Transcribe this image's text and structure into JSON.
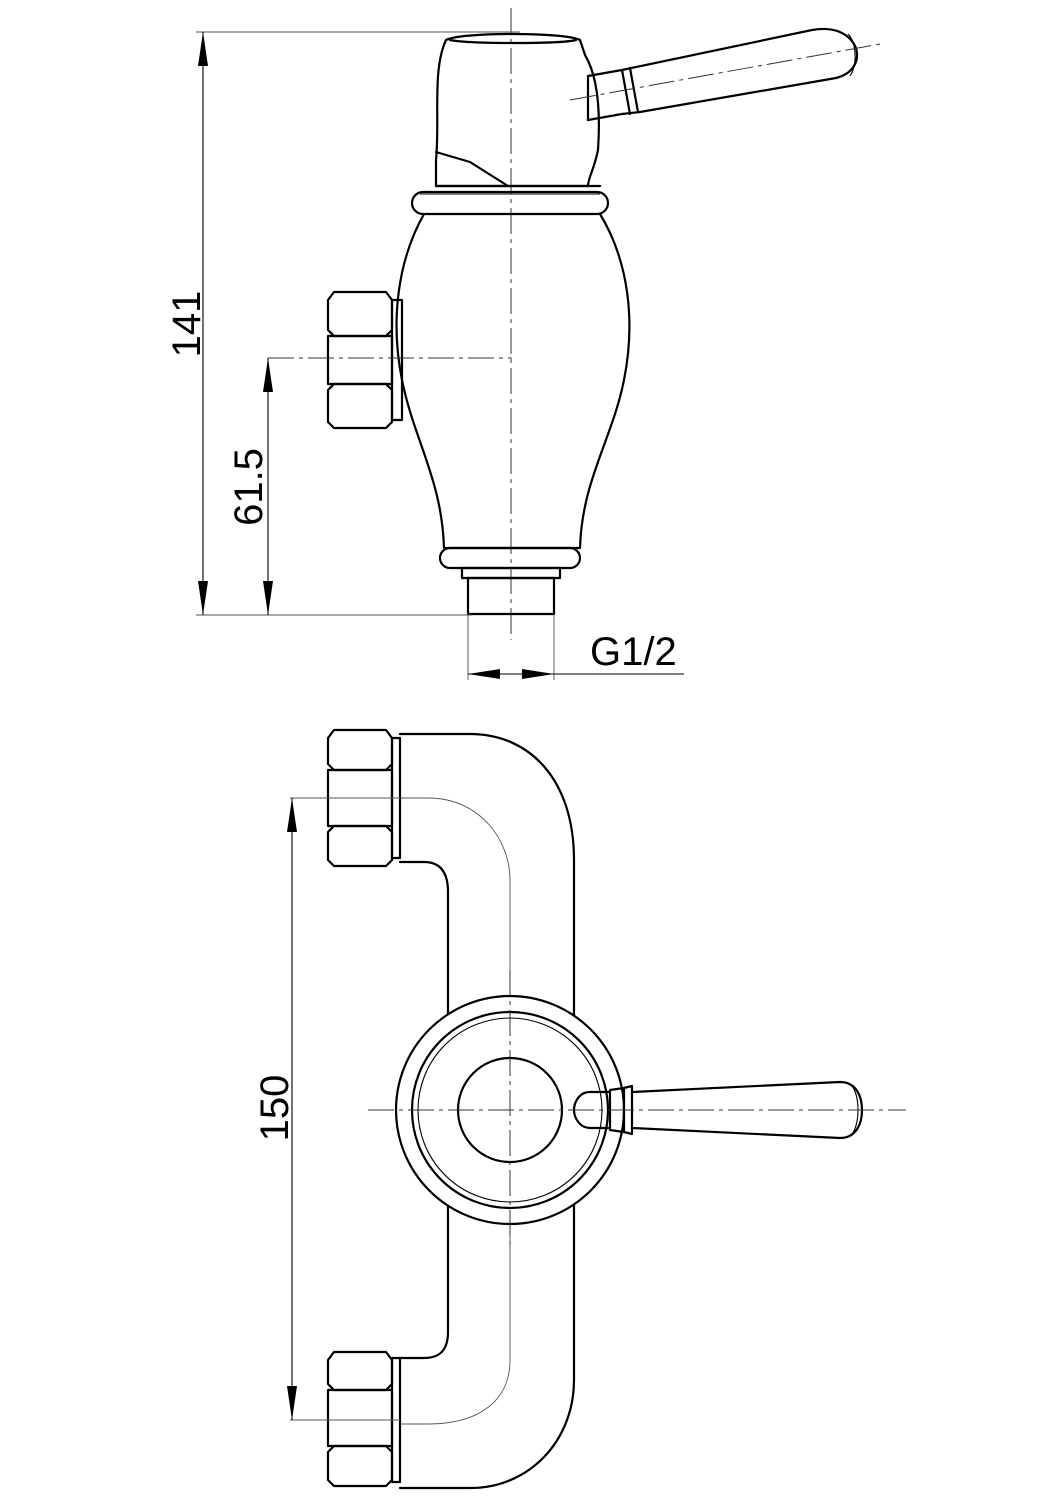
{
  "drawing": {
    "side_view": {
      "dim_total_height": "141",
      "dim_inlet_height": "61.5",
      "thread_label": "G1/2"
    },
    "front_view": {
      "dim_inlet_spacing": "150"
    }
  }
}
